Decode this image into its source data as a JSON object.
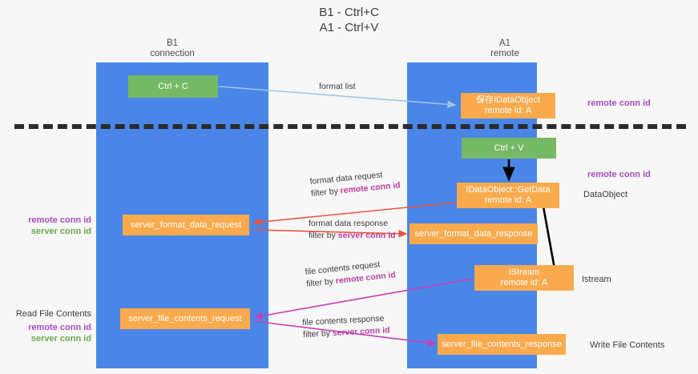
{
  "title": "B1 - Ctrl+C\nA1 - Ctrl+V",
  "columns": {
    "left": "B1\nconnection",
    "right": "A1\nremote"
  },
  "nodes": {
    "ctrl_c": "Ctrl + C",
    "data_object": "保存IDataObject\nremote id: A",
    "ctrl_v": "Ctrl + V",
    "get_data": "IDataObject::GetData\nremote id: A",
    "server_format_data_request": "server_format_data_request",
    "server_format_data_response": "server_format_data_response",
    "istream": "IStream\nremote id: A",
    "server_file_contents_request": "server_file_contents_request",
    "server_file_contents_response": "server_file_contents_response"
  },
  "edges": {
    "format_list": "format list",
    "format_data_request": "format data request",
    "format_data_request_filter_prefix": "filter by ",
    "format_data_request_filter_key": "remote conn id",
    "format_data_response": "format data response",
    "format_data_response_filter_prefix": "filter by ",
    "format_data_response_filter_key": "server conn id",
    "file_contents_request": "file contents request",
    "file_contents_request_filter_prefix": "filter by ",
    "file_contents_request_filter_key": "remote conn id",
    "file_contents_response": "file contents response",
    "file_contents_response_filter_prefix": "filter by ",
    "file_contents_response_filter_key": "server conn id"
  },
  "annotations": {
    "remote_conn_id": "remote conn id",
    "server_conn_id": "server conn id",
    "data_object": "DataObject",
    "istream": "Istream",
    "read_file_contents": "Read File Contents",
    "write_file_contents": "Write File Contents"
  },
  "colors": {
    "lane": "#4a86e8",
    "node_green": "#76b965",
    "node_orange": "#f9aa4d",
    "accent_purple": "#a64dbf",
    "accent_green": "#6aa84f",
    "arrow_red": "#e8533f",
    "arrow_magenta": "#c63fb5",
    "arrow_blue": "#9fc5e8",
    "arrow_black": "#000000",
    "divider": "#2b2b2b"
  }
}
